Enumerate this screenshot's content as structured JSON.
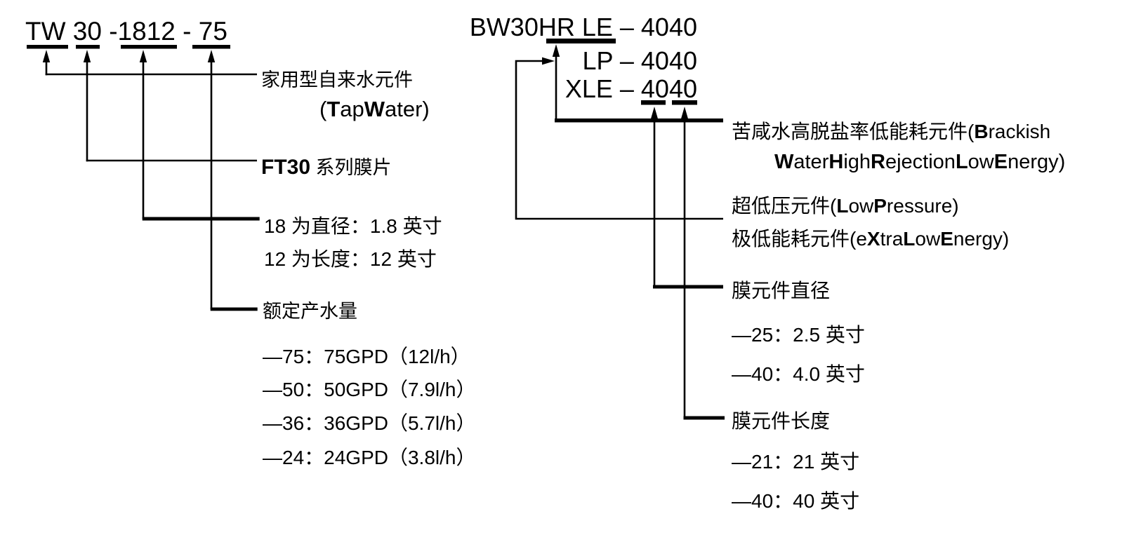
{
  "colors": {
    "ink": "#000000",
    "paper": "#ffffff"
  },
  "left_diagram": {
    "model_code": "TW 30 -1812 - 75",
    "tap_water_cn": "家用型自来水元件",
    "tap_water_en": {
      "p0": "(",
      "b1": "T",
      "p1": "ap",
      "b2": "W",
      "p2": "ater)"
    },
    "series": {
      "b0": "FT30",
      "p0": " 系列膜片"
    },
    "diameter": "18 为直径：1.8 英寸",
    "length": "12 为长度：12 英寸",
    "flow_title": "额定产水量",
    "flow_options": [
      "—75：75GPD（12l/h）",
      "—50：50GPD（7.9l/h）",
      "—36：36GPD（5.7l/h）",
      "—24：24GPD（3.8l/h）"
    ]
  },
  "right_diagram": {
    "model_codes": [
      "BW30HR LE – 4040",
      "LP – 4040",
      "XLE – 4040"
    ],
    "brackish_cn": "苦咸水高脱盐率低能耗元件(",
    "brackish_en1": {
      "b0": "B",
      "p0": "rackish"
    },
    "brackish_en2": {
      "b0": "W",
      "p0": "ater",
      "b1": "H",
      "p1": "igh",
      "b2": "R",
      "p2": "ejection",
      "b3": "L",
      "p3": "ow",
      "b4": "E",
      "p4": "nergy)"
    },
    "low_pressure": {
      "cn": "超低压元件(",
      "b0": "L",
      "p0": "ow",
      "b1": "P",
      "p1": "ressure)"
    },
    "xtra_low_energy": {
      "cn": "极低能耗元件(e",
      "b0": "X",
      "p0": "tra",
      "b1": "L",
      "p1": "ow",
      "b2": "E",
      "p2": "nergy)"
    },
    "diameter_title": "膜元件直径",
    "diameter_options": [
      "—25：2.5 英寸",
      "—40：4.0 英寸"
    ],
    "length_title": "膜元件长度",
    "length_options": [
      "—21：21 英寸",
      "—40：40 英寸"
    ]
  }
}
